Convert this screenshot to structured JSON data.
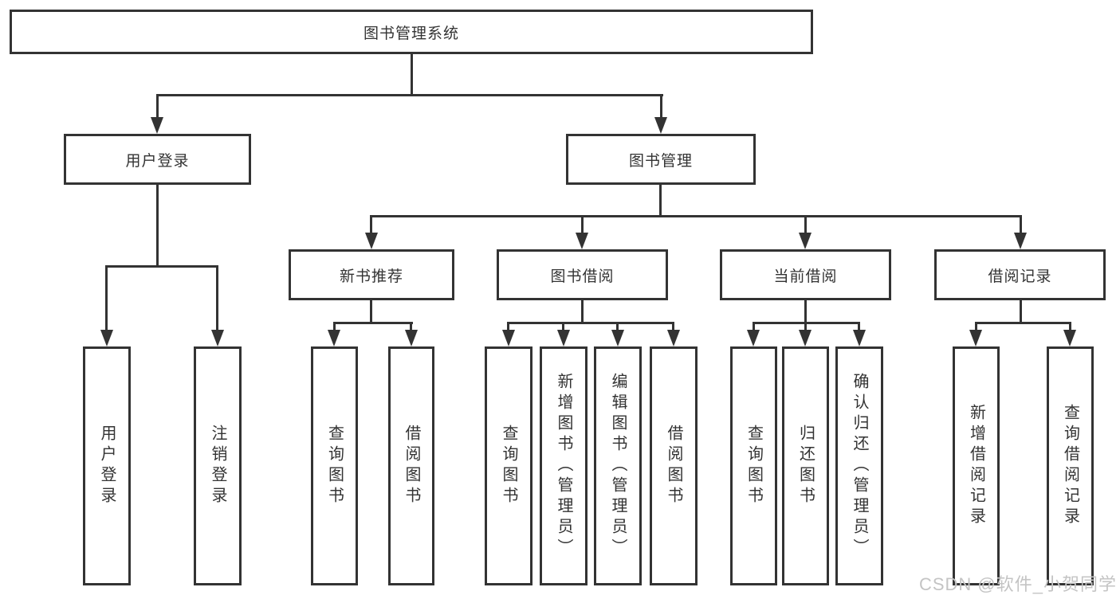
{
  "diagram": {
    "root": "图书管理系统",
    "children": [
      {
        "label": "用户登录",
        "children": [
          "用户登录",
          "注销登录"
        ]
      },
      {
        "label": "图书管理",
        "children": [
          {
            "label": "新书推荐",
            "children": [
              "查询图书",
              "借阅图书"
            ]
          },
          {
            "label": "图书借阅",
            "children": [
              "查询图书",
              "新增图书（管理员）",
              "编辑图书（管理员）",
              "借阅图书"
            ]
          },
          {
            "label": "当前借阅",
            "children": [
              "查询图书",
              "归还图书",
              "确认归还（管理员）"
            ]
          },
          {
            "label": "借阅记录",
            "children": [
              "新增借阅记录",
              "查询借阅记录"
            ]
          }
        ]
      }
    ]
  },
  "watermark": "CSDN @软件_小贺同学",
  "colors": {
    "line": "#333333",
    "box_border": "#333333",
    "text": "#333333",
    "watermark": "#c4c4c4",
    "background": "#ffffff"
  }
}
